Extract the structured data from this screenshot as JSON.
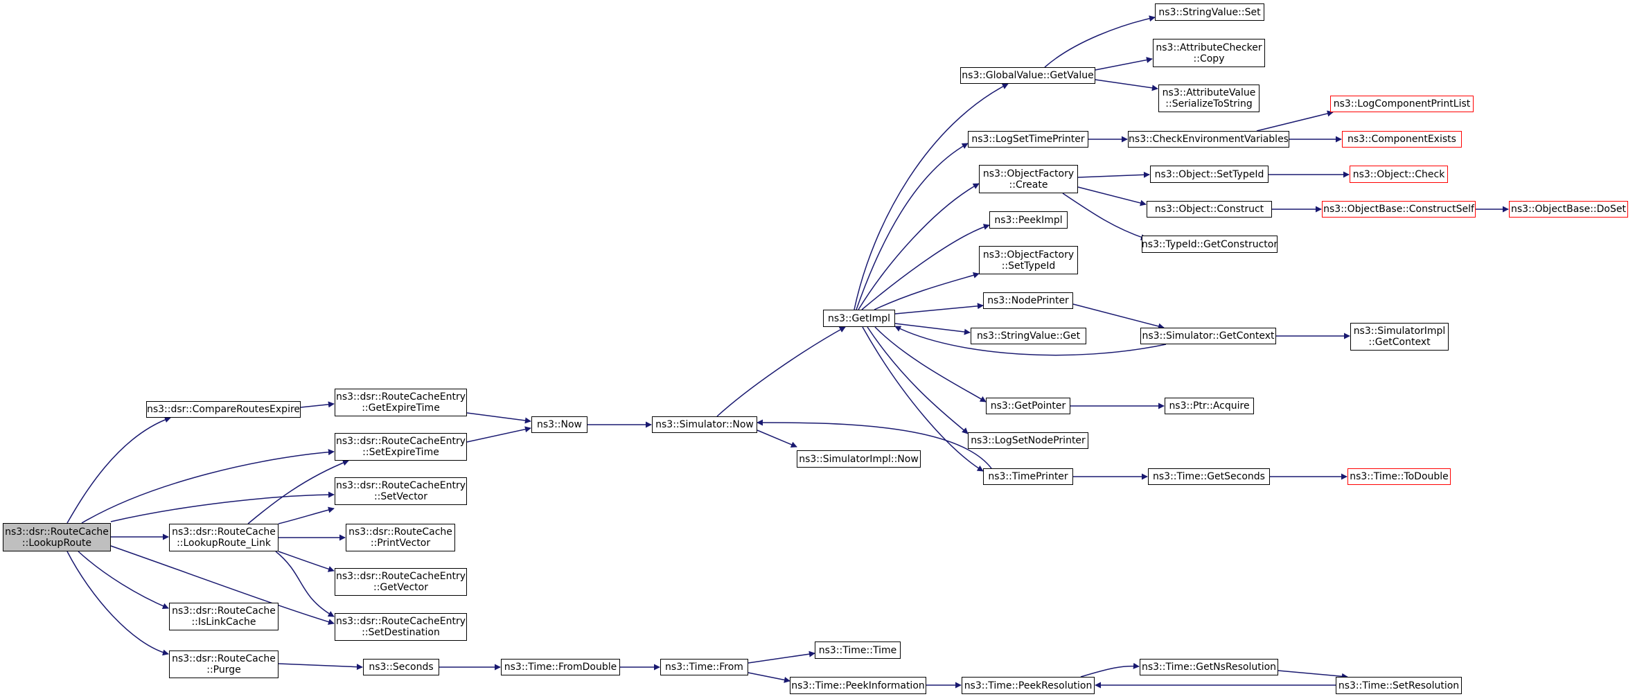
{
  "graph": {
    "border_color": "#000000",
    "truncated_border_color": "#ff0000",
    "root_fill": "#bfbfbf",
    "edge_color": "#191970",
    "nodes": {
      "lookup_route": "ns3::dsr::RouteCache\n::LookupRoute",
      "compare_routes_expire": "ns3::dsr::CompareRoutesExpire",
      "get_expire_time": "ns3::dsr::RouteCacheEntry\n::GetExpireTime",
      "set_expire_time": "ns3::dsr::RouteCacheEntry\n::SetExpireTime",
      "set_vector": "ns3::dsr::RouteCacheEntry\n::SetVector",
      "lookup_route_link": "ns3::dsr::RouteCache\n::LookupRoute_Link",
      "print_vector": "ns3::dsr::RouteCache\n::PrintVector",
      "get_vector": "ns3::dsr::RouteCacheEntry\n::GetVector",
      "set_destination": "ns3::dsr::RouteCacheEntry\n::SetDestination",
      "is_link_cache": "ns3::dsr::RouteCache\n::IsLinkCache",
      "purge": "ns3::dsr::RouteCache\n::Purge",
      "now": "ns3::Now",
      "simulator_now": "ns3::Simulator::Now",
      "simulatorimpl_now": "ns3::SimulatorImpl::Now",
      "get_impl": "ns3::GetImpl",
      "globalvalue_getvalue": "ns3::GlobalValue::GetValue",
      "stringvalue_set": "ns3::StringValue::Set",
      "attributechecker_copy": "ns3::AttributeChecker\n::Copy",
      "attributevalue_serialize": "ns3::AttributeValue\n::SerializeToString",
      "log_set_time_printer": "ns3::LogSetTimePrinter",
      "check_env_vars": "ns3::CheckEnvironmentVariables",
      "log_component_print_list": "ns3::LogComponentPrintList",
      "component_exists": "ns3::ComponentExists",
      "objectfactory_create": "ns3::ObjectFactory\n::Create",
      "object_settypeid": "ns3::Object::SetTypeId",
      "object_check": "ns3::Object::Check",
      "object_construct": "ns3::Object::Construct",
      "objectbase_constructself": "ns3::ObjectBase::ConstructSelf",
      "objectbase_doset": "ns3::ObjectBase::DoSet",
      "typeid_getconstructor": "ns3::TypeId::GetConstructor",
      "peek_impl": "ns3::PeekImpl",
      "objectfactory_settypeid": "ns3::ObjectFactory\n::SetTypeId",
      "node_printer": "ns3::NodePrinter",
      "stringvalue_get": "ns3::StringValue::Get",
      "simulator_getcontext": "ns3::Simulator::GetContext",
      "simulatorimpl_getcontext": "ns3::SimulatorImpl\n::GetContext",
      "get_pointer": "ns3::GetPointer",
      "ptr_acquire": "ns3::Ptr::Acquire",
      "log_set_node_printer": "ns3::LogSetNodePrinter",
      "time_printer": "ns3::TimePrinter",
      "time_getseconds": "ns3::Time::GetSeconds",
      "time_todouble": "ns3::Time::ToDouble",
      "seconds": "ns3::Seconds",
      "time_fromdouble": "ns3::Time::FromDouble",
      "time_from": "ns3::Time::From",
      "time_time": "ns3::Time::Time",
      "time_peekinformation": "ns3::Time::PeekInformation",
      "time_peekresolution": "ns3::Time::PeekResolution",
      "time_getnsresolution": "ns3::Time::GetNsResolution",
      "time_setresolution": "ns3::Time::SetResolution"
    }
  }
}
